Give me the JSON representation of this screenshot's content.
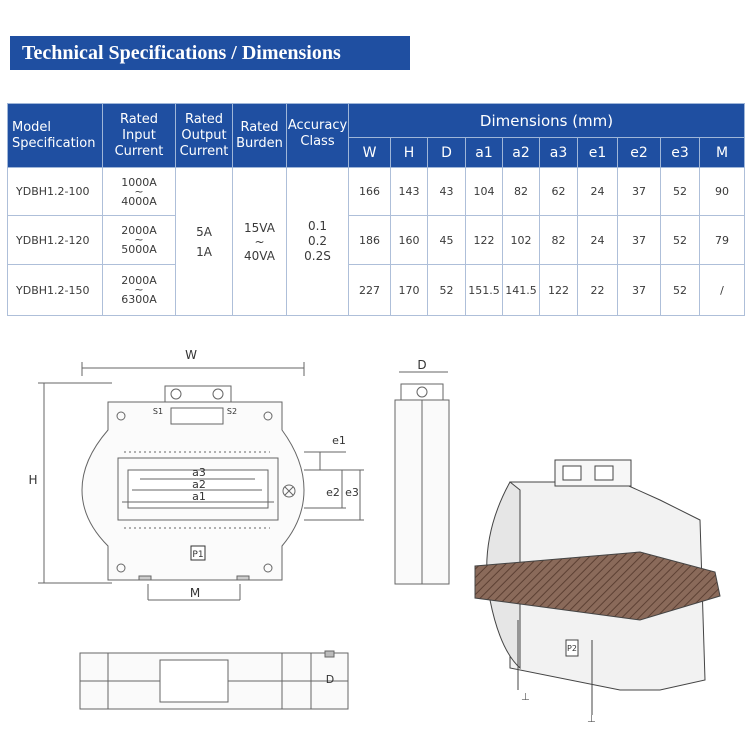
{
  "banner": {
    "title": "Technical Specifications / Dimensions"
  },
  "table": {
    "headers": {
      "model": [
        "Model",
        "Specification"
      ],
      "input": [
        "Rated",
        "Input",
        "Current"
      ],
      "output": [
        "Rated",
        "Output",
        "Current"
      ],
      "burden": [
        "Rated",
        "Burden"
      ],
      "accuracy": [
        "Accuracy",
        "Class"
      ],
      "dimensions": "Dimensions  (mm)",
      "dim_cols": [
        "W",
        "H",
        "D",
        "a1",
        "a2",
        "a3",
        "e1",
        "e2",
        "e3",
        "M"
      ]
    },
    "rows": [
      {
        "model": "YDBH1.2-100",
        "input_lo": "1000A",
        "tilde": "~",
        "input_hi": "4000A",
        "dims": [
          "166",
          "143",
          "43",
          "104",
          "82",
          "62",
          "24",
          "37",
          "52",
          "90"
        ]
      },
      {
        "model": "YDBH1.2-120",
        "input_lo": "2000A",
        "tilde": "~",
        "input_hi": "5000A",
        "dims": [
          "186",
          "160",
          "45",
          "122",
          "102",
          "82",
          "24",
          "37",
          "52",
          "79"
        ]
      },
      {
        "model": "YDBH1.2-150",
        "input_lo": "2000A",
        "tilde": "~",
        "input_hi": "6300A",
        "dims": [
          "227",
          "170",
          "52",
          "151.5",
          "141.5",
          "122",
          "22",
          "37",
          "52",
          "/"
        ]
      }
    ],
    "shared": {
      "output": [
        "5A",
        "1A"
      ],
      "burden": [
        "15VA",
        "~",
        "40VA"
      ],
      "accuracy": [
        "0.1",
        "0.2",
        "0.2S"
      ]
    }
  },
  "drawing": {
    "labels": {
      "W": "W",
      "H": "H",
      "D": "D",
      "M": "M",
      "a1": "a1",
      "a2": "a2",
      "a3": "a3",
      "e1": "e1",
      "e2": "e2",
      "e3": "e3",
      "S1": "S1",
      "S2": "S2",
      "P1": "P1",
      "P2": "P2",
      "D_side": "D"
    }
  }
}
